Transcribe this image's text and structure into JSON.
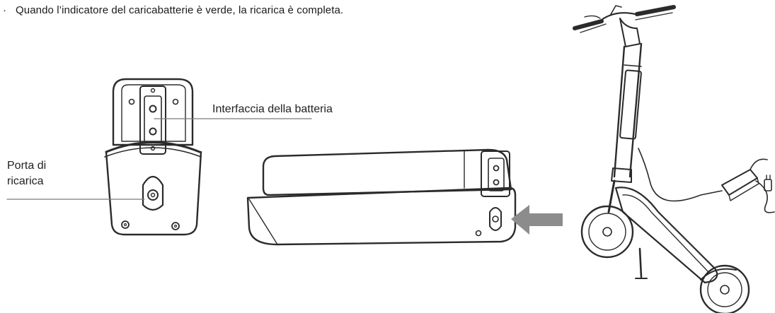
{
  "instruction": {
    "bullet": "·",
    "text": "Quando l’indicatore del caricabatterie è verde, la ricarica è completa."
  },
  "labels": {
    "battery_interface": "Interfaccia della batteria",
    "charging_port_line1": "Porta di",
    "charging_port_line2": "ricarica"
  },
  "colors": {
    "line": "#2b2b2b",
    "arrow": "#8c8c8c",
    "leader": "#7a7a7a"
  },
  "icons": [
    "battery-back-view-illustration",
    "battery-side-view-illustration",
    "insert-arrow-icon",
    "scooter-charging-illustration"
  ]
}
